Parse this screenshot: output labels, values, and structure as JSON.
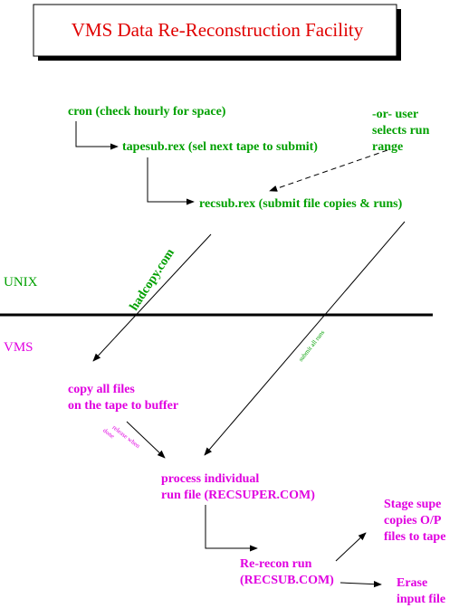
{
  "title": "VMS Data Re-Reconstruction Facility",
  "colors": {
    "title": "#e00000",
    "unix": "#00a000",
    "vms": "#e000e0",
    "line": "#000000"
  },
  "unix_nodes": {
    "cron": "cron (check hourly for space)",
    "tapesub": "tapesub.rex (sel next tape to submit)",
    "recsub": "recsub.rex (submit file copies & runs)",
    "user": [
      "-or- user",
      "selects run",
      "range"
    ]
  },
  "regions": {
    "unix": "UNIX",
    "vms": "VMS"
  },
  "edge_labels": {
    "hadcopy": "hadcopy.com",
    "submit_all_runs": "submit all runs",
    "release_when_done": [
      "release when",
      "done"
    ]
  },
  "vms_nodes": {
    "copy": [
      "copy all files",
      "on the tape to buffer"
    ],
    "process": [
      "process individual",
      "run file (RECSUPER.COM)"
    ],
    "rerecon": [
      "Re-recon run",
      "(RECSUB.COM)"
    ],
    "stage": [
      "Stage supe",
      "copies O/P",
      "files to tape"
    ],
    "erase": [
      "Erase",
      "input file"
    ]
  }
}
